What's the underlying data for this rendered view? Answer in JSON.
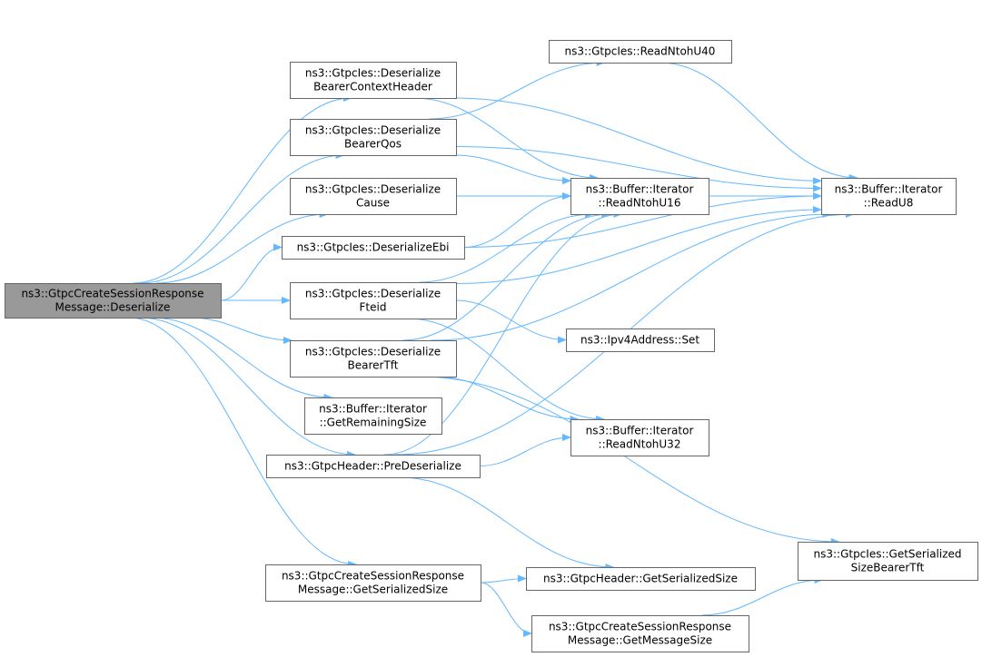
{
  "colors": {
    "edge": "#63b8ff",
    "node_border": "#666666",
    "root_fill": "#999999",
    "node_fill": "#ffffff"
  },
  "nodes": [
    {
      "id": "root",
      "lines": [
        "ns3::GtpcCreateSessionResponse",
        "Message::Deserialize"
      ],
      "root": true
    },
    {
      "id": "bch",
      "lines": [
        "ns3::GtpcIes::Deserialize",
        "BearerContextHeader"
      ]
    },
    {
      "id": "bqos",
      "lines": [
        "ns3::GtpcIes::Deserialize",
        "BearerQos"
      ]
    },
    {
      "id": "cause",
      "lines": [
        "ns3::GtpcIes::Deserialize",
        "Cause"
      ]
    },
    {
      "id": "ebi",
      "lines": [
        "ns3::GtpcIes::DeserializeEbi"
      ]
    },
    {
      "id": "fteid",
      "lines": [
        "ns3::GtpcIes::Deserialize",
        "Fteid"
      ]
    },
    {
      "id": "btft",
      "lines": [
        "ns3::GtpcIes::Deserialize",
        "BearerTft"
      ]
    },
    {
      "id": "grs",
      "lines": [
        "ns3::Buffer::Iterator",
        "::GetRemainingSize"
      ]
    },
    {
      "id": "pre",
      "lines": [
        "ns3::GtpcHeader::PreDeserialize"
      ]
    },
    {
      "id": "gss",
      "lines": [
        "ns3::GtpcCreateSessionResponse",
        "Message::GetSerializedSize"
      ]
    },
    {
      "id": "u40",
      "lines": [
        "ns3::GtpcIes::ReadNtohU40"
      ]
    },
    {
      "id": "u16",
      "lines": [
        "ns3::Buffer::Iterator",
        "::ReadNtohU16"
      ]
    },
    {
      "id": "u8",
      "lines": [
        "ns3::Buffer::Iterator",
        "::ReadU8"
      ]
    },
    {
      "id": "ipv4",
      "lines": [
        "ns3::Ipv4Address::Set"
      ]
    },
    {
      "id": "u32",
      "lines": [
        "ns3::Buffer::Iterator",
        "::ReadNtohU32"
      ]
    },
    {
      "id": "hgss",
      "lines": [
        "ns3::GtpcHeader::GetSerializedSize"
      ]
    },
    {
      "id": "sbt",
      "lines": [
        "ns3::GtpcIes::GetSerialized",
        "SizeBearerTft"
      ]
    },
    {
      "id": "gms",
      "lines": [
        "ns3::GtpcCreateSessionResponse",
        "Message::GetMessageSize"
      ]
    }
  ],
  "edges": [
    [
      "root",
      "bch"
    ],
    [
      "root",
      "bqos"
    ],
    [
      "root",
      "cause"
    ],
    [
      "root",
      "ebi"
    ],
    [
      "root",
      "fteid"
    ],
    [
      "root",
      "btft"
    ],
    [
      "root",
      "grs"
    ],
    [
      "root",
      "pre"
    ],
    [
      "root",
      "gss"
    ],
    [
      "bch",
      "u16"
    ],
    [
      "bch",
      "u8"
    ],
    [
      "bqos",
      "u40"
    ],
    [
      "bqos",
      "u16"
    ],
    [
      "bqos",
      "u8"
    ],
    [
      "cause",
      "u16"
    ],
    [
      "cause",
      "u8"
    ],
    [
      "ebi",
      "u16"
    ],
    [
      "ebi",
      "u8"
    ],
    [
      "fteid",
      "u16"
    ],
    [
      "fteid",
      "u8"
    ],
    [
      "fteid",
      "ipv4"
    ],
    [
      "fteid",
      "u32"
    ],
    [
      "btft",
      "u16"
    ],
    [
      "btft",
      "u8"
    ],
    [
      "btft",
      "u32"
    ],
    [
      "btft",
      "sbt"
    ],
    [
      "pre",
      "u16"
    ],
    [
      "pre",
      "u8"
    ],
    [
      "pre",
      "u32"
    ],
    [
      "pre",
      "hgss"
    ],
    [
      "gss",
      "hgss"
    ],
    [
      "gss",
      "gms"
    ],
    [
      "u40",
      "u8"
    ],
    [
      "gms",
      "sbt"
    ]
  ]
}
